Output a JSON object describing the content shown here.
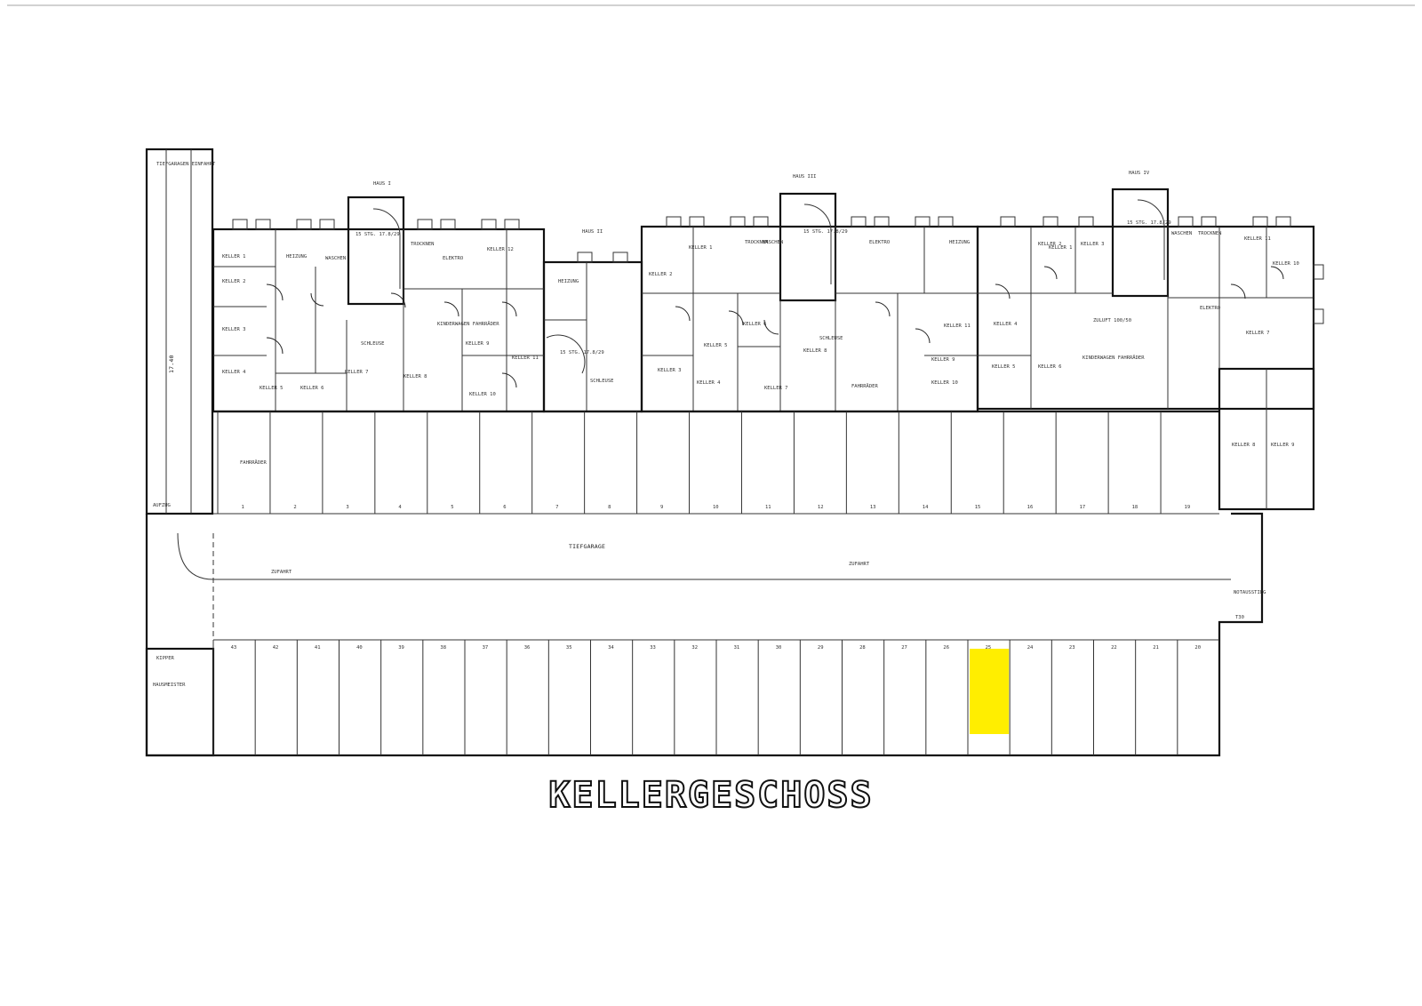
{
  "title": "KELLERGESCHOSS",
  "highlight_color": "#ffee00",
  "labels": {
    "haus1": "HAUS I",
    "haus2": "HAUS II",
    "haus3": "HAUS III",
    "haus4": "HAUS IV",
    "tiefgarage": "TIEFGARAGE",
    "aufzug_einfahrt": "AUFZUG",
    "fahrraeder_left": "FAHRRÄDER",
    "zufahrt_left": "ZUFAHRT",
    "zufahrt_mid": "ZUFAHRT",
    "schacht": "17.40",
    "tiefgaragen_einfahrt": "TIEFGARAGEN EINFAHRT",
    "keller_label": "KELLER",
    "hausmeister": "HAUSMEISTER",
    "kipper": "KIPPER",
    "notausstieg": "NOTAUSSTIEG",
    "kellergang": "T30"
  },
  "haus1_rooms": [
    "KELLER 1",
    "KELLER 2",
    "KELLER 3",
    "KELLER 4",
    "KELLER 5",
    "KELLER 6",
    "KELLER 7",
    "HEIZUNG",
    "WASCHEN",
    "TROCKNEN",
    "ELEKTRO",
    "KINDERWAGEN FAHRRÄDER",
    "KELLER 8",
    "KELLER 9",
    "KELLER 10",
    "KELLER 11",
    "KELLER 12",
    "SCHLEUSE",
    "15 STG. 17.8/29"
  ],
  "haus2_rooms": [
    "HEIZUNG",
    "15 STG. 17.8/29",
    "SCHLEUSE"
  ],
  "haus3_rooms": [
    "KELLER 1",
    "KELLER 2",
    "KELLER 3",
    "KELLER 4",
    "KELLER 5",
    "KELLER 6",
    "KELLER 7",
    "KELLER 8",
    "KELLER 9",
    "KELLER 10",
    "KELLER 11",
    "TROCKNEN",
    "WASCHEN",
    "ELEKTRO",
    "HEIZUNG",
    "FAHRRÄDER",
    "15 STG. 17.8/29",
    "SCHLEUSE"
  ],
  "haus4_rooms": [
    "KELLER 1",
    "KELLER 2",
    "KELLER 3",
    "KELLER 4",
    "KELLER 5",
    "KELLER 6",
    "KELLER 7",
    "KELLER 8",
    "KELLER 9",
    "KELLER 10",
    "KELLER 11",
    "WASCHEN",
    "TROCKNEN",
    "ELEKTRO",
    "KINDERWAGEN FAHRRÄDER",
    "ZULUFT 100/50",
    "15 STG. 17.8/29"
  ],
  "top_spaces": [
    "1",
    "2",
    "3",
    "4",
    "5",
    "6",
    "7",
    "8",
    "9",
    "10",
    "11",
    "12",
    "13",
    "14",
    "15",
    "16",
    "17",
    "18",
    "19"
  ],
  "bottom_spaces": [
    "43",
    "42",
    "41",
    "40",
    "39",
    "38",
    "37",
    "36",
    "35",
    "34",
    "33",
    "32",
    "31",
    "30",
    "29",
    "28",
    "27",
    "26",
    "25",
    "24",
    "23",
    "22",
    "21",
    "20"
  ],
  "highlighted_space": "25"
}
